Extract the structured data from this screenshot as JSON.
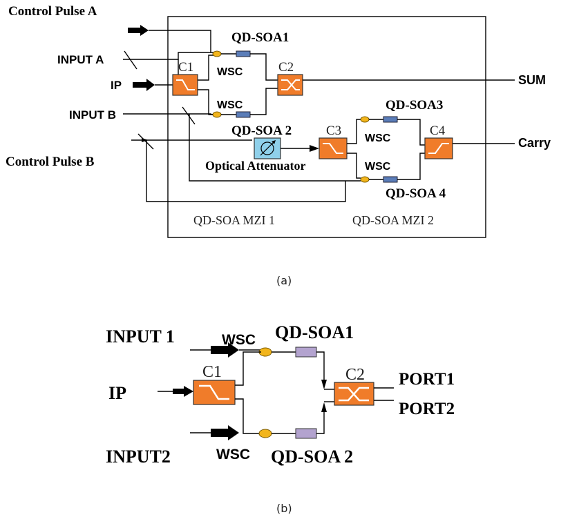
{
  "diagram_a": {
    "labels": {
      "control_pulse_a": "Control Pulse A",
      "input_a": "INPUT A",
      "ip": "IP",
      "input_b": "INPUT B",
      "control_pulse_b": "Control Pulse B",
      "qd_soa1": "QD-SOA1",
      "qd_soa2": "QD-SOA 2",
      "qd_soa3": "QD-SOA3",
      "qd_soa4": "QD-SOA 4",
      "c1": "C1",
      "c2": "C2",
      "c3": "C3",
      "c4": "C4",
      "wsc_1": "WSC",
      "wsc_2": "WSC",
      "wsc_3": "WSC",
      "wsc_4": "WSC",
      "optical_attenuator": "Optical Attenuator",
      "sum": "SUM",
      "carry": "Carry",
      "mzi1": "QD-SOA MZI 1",
      "mzi2": "QD-SOA MZI 2"
    },
    "caption": "(a)"
  },
  "diagram_b": {
    "labels": {
      "input1": "INPUT 1",
      "ip": "IP",
      "input2": "INPUT2",
      "wsc_top": "WSC",
      "wsc_bottom": "WSC",
      "qd_soa1": "QD-SOA1",
      "qd_soa2": "QD-SOA 2",
      "c1": "C1",
      "c2": "C2",
      "port1": "PORT1",
      "port2": "PORT2"
    },
    "caption": "(b)"
  },
  "colors": {
    "coupler": "#f07c2a",
    "soa_a": "#5b7db8",
    "soa_b": "#b3a3cf",
    "wsc": "#f2b51c",
    "attenuator": "#8fd0ea"
  }
}
